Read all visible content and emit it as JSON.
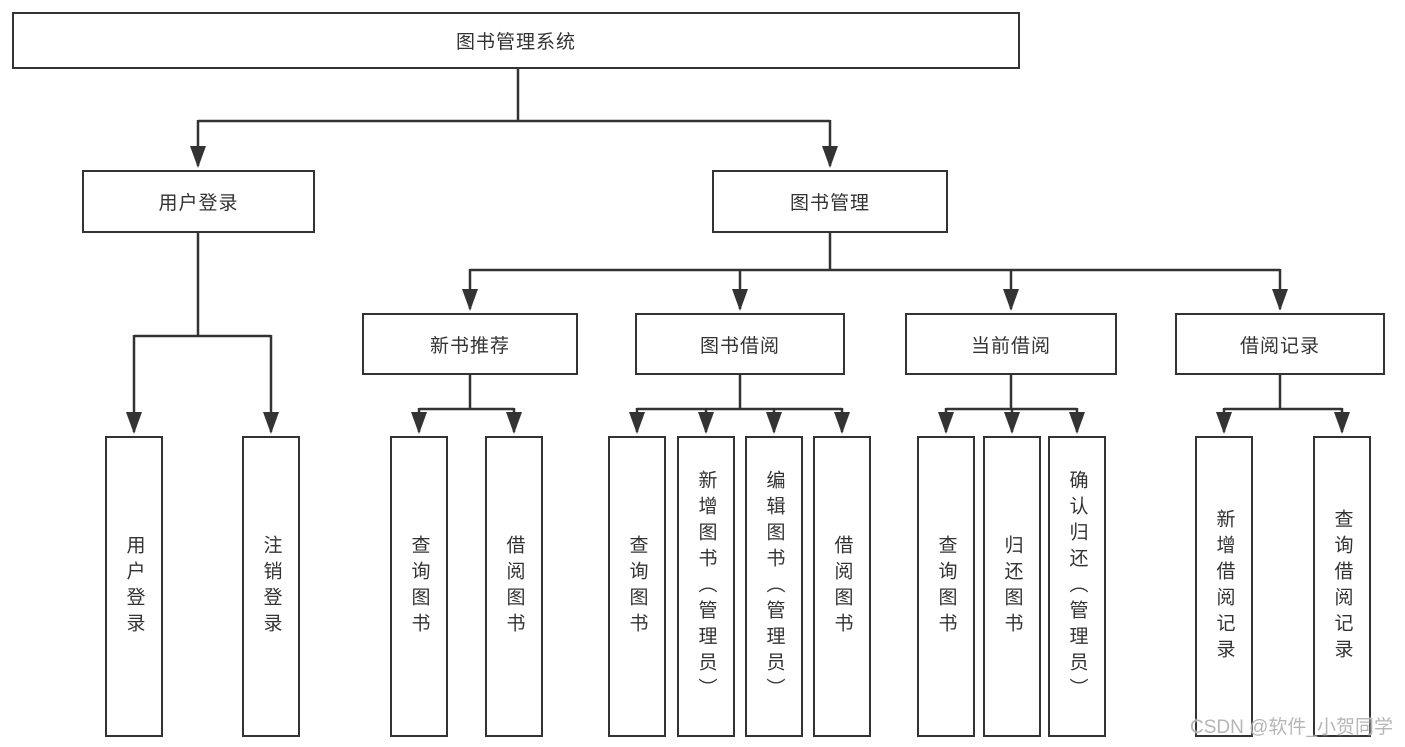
{
  "diagram": {
    "type": "hierarchy-tree",
    "title": "图书管理系统",
    "watermark": "CSDN @软件_小贺同学",
    "colors": {
      "line": "#333333",
      "box_border": "#333333",
      "box_bg": "#ffffff",
      "text": "#333333",
      "watermark": "#b2b2b2",
      "background": "#ffffff"
    },
    "nodes": {
      "root": {
        "label": "图书管理系统"
      },
      "user_login": {
        "label": "用户登录"
      },
      "book_mgmt": {
        "label": "图书管理"
      },
      "new_book_rec": {
        "label": "新书推荐"
      },
      "book_borrow": {
        "label": "图书借阅"
      },
      "current_borrow": {
        "label": "当前借阅"
      },
      "borrow_record": {
        "label": "借阅记录"
      },
      "leaf_user_login": {
        "label": "用户登录"
      },
      "leaf_logout": {
        "label": "注销登录"
      },
      "nbr_query_book": {
        "label": "查询图书"
      },
      "nbr_borrow_book": {
        "label": "借阅图书"
      },
      "bb_query_book": {
        "label": "查询图书"
      },
      "bb_add_book_admin": {
        "label": "新增图书（管理员）"
      },
      "bb_edit_book_admin": {
        "label": "编辑图书（管理员）"
      },
      "bb_borrow_book": {
        "label": "借阅图书"
      },
      "cb_query_book": {
        "label": "查询图书"
      },
      "cb_return_book": {
        "label": "归还图书"
      },
      "cb_confirm_return_admin": {
        "label": "确认归还（管理员）"
      },
      "br_add_record": {
        "label": "新增借阅记录"
      },
      "br_query_record": {
        "label": "查询借阅记录"
      }
    },
    "edges": [
      {
        "from": "root",
        "to": "user_login"
      },
      {
        "from": "root",
        "to": "book_mgmt"
      },
      {
        "from": "user_login",
        "to": "leaf_user_login"
      },
      {
        "from": "user_login",
        "to": "leaf_logout"
      },
      {
        "from": "book_mgmt",
        "to": "new_book_rec"
      },
      {
        "from": "book_mgmt",
        "to": "book_borrow"
      },
      {
        "from": "book_mgmt",
        "to": "current_borrow"
      },
      {
        "from": "book_mgmt",
        "to": "borrow_record"
      },
      {
        "from": "new_book_rec",
        "to": "nbr_query_book"
      },
      {
        "from": "new_book_rec",
        "to": "nbr_borrow_book"
      },
      {
        "from": "book_borrow",
        "to": "bb_query_book"
      },
      {
        "from": "book_borrow",
        "to": "bb_add_book_admin"
      },
      {
        "from": "book_borrow",
        "to": "bb_edit_book_admin"
      },
      {
        "from": "book_borrow",
        "to": "bb_borrow_book"
      },
      {
        "from": "current_borrow",
        "to": "cb_query_book"
      },
      {
        "from": "current_borrow",
        "to": "cb_return_book"
      },
      {
        "from": "current_borrow",
        "to": "cb_confirm_return_admin"
      },
      {
        "from": "borrow_record",
        "to": "br_add_record"
      },
      {
        "from": "borrow_record",
        "to": "br_query_record"
      }
    ]
  }
}
